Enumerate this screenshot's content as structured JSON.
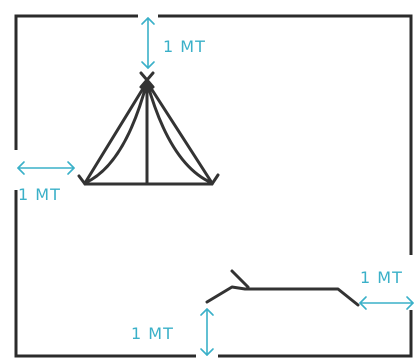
{
  "dimensions": {
    "top": "1 MT",
    "left": "1 MT",
    "right": "1 MT",
    "bottom": "1 MT"
  },
  "colors": {
    "dimension": "#3ab0c8",
    "outline": "#2b2b2b",
    "tent": "#333333"
  }
}
